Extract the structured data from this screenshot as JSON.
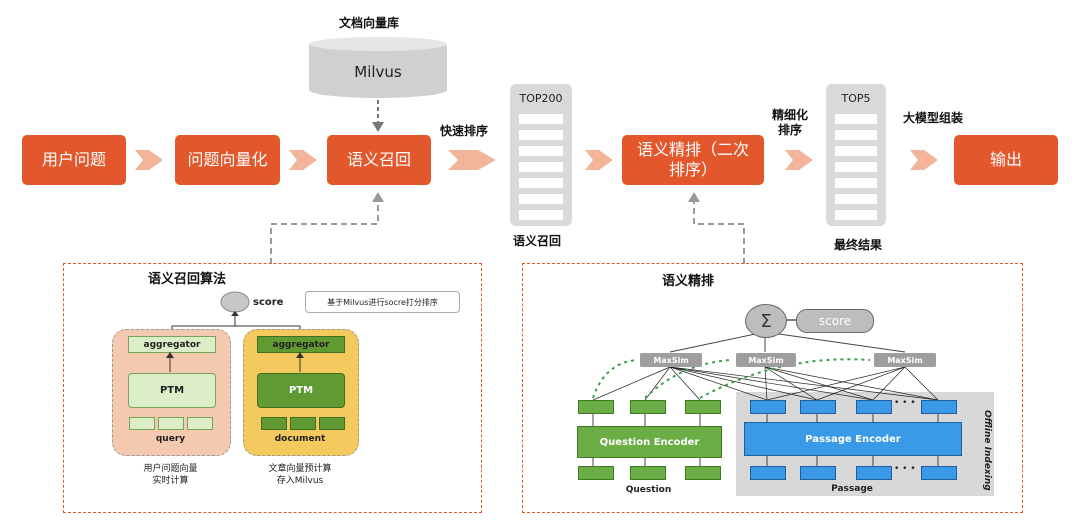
{
  "top": {
    "db_title": "文档向量库",
    "milvus": "Milvus",
    "box_user_question": "用户问题",
    "box_vectorize": "问题向量化",
    "box_recall": "语义召回",
    "box_rerank": "语义精排（二次排序）",
    "box_output": "输出",
    "fast_sort": "快速排序",
    "top200": "TOP200",
    "recall_caption": "语义召回",
    "fine_sort": "精细化排序",
    "top5": "TOP5",
    "final_result": "最终结果",
    "llm_assemble": "大模型组装"
  },
  "left_panel": {
    "title": "语义召回算法",
    "score": "score",
    "tooltip": "基于Milvus进行socre打分排序",
    "agg1": "aggregator",
    "ptm1": "PTM",
    "query": "query",
    "agg2": "aggregator",
    "ptm2": "PTM",
    "document": "document",
    "caption1_line1": "用户问题向量",
    "caption1_line2": "实时计算",
    "caption2_line1": "文章向量预计算",
    "caption2_line2": "存入Milvus"
  },
  "right_panel": {
    "title": "语义精排",
    "sigma": "Σ",
    "score": "score",
    "maxsim": "MaxSim",
    "question_encoder": "Question Encoder",
    "passage_encoder": "Passage Encoder",
    "question": "Question",
    "passage": "Passage",
    "offline": "Offline Indexing",
    "dots": "• • •"
  },
  "colors": {
    "orange": "#e2572b",
    "peach": "#f3c9b0",
    "yellow": "#f4c95d",
    "green_light": "#dbeec7",
    "green_dark": "#5f9a33",
    "blue": "#3a9ae8",
    "gray_panel": "#d8d8d8"
  }
}
